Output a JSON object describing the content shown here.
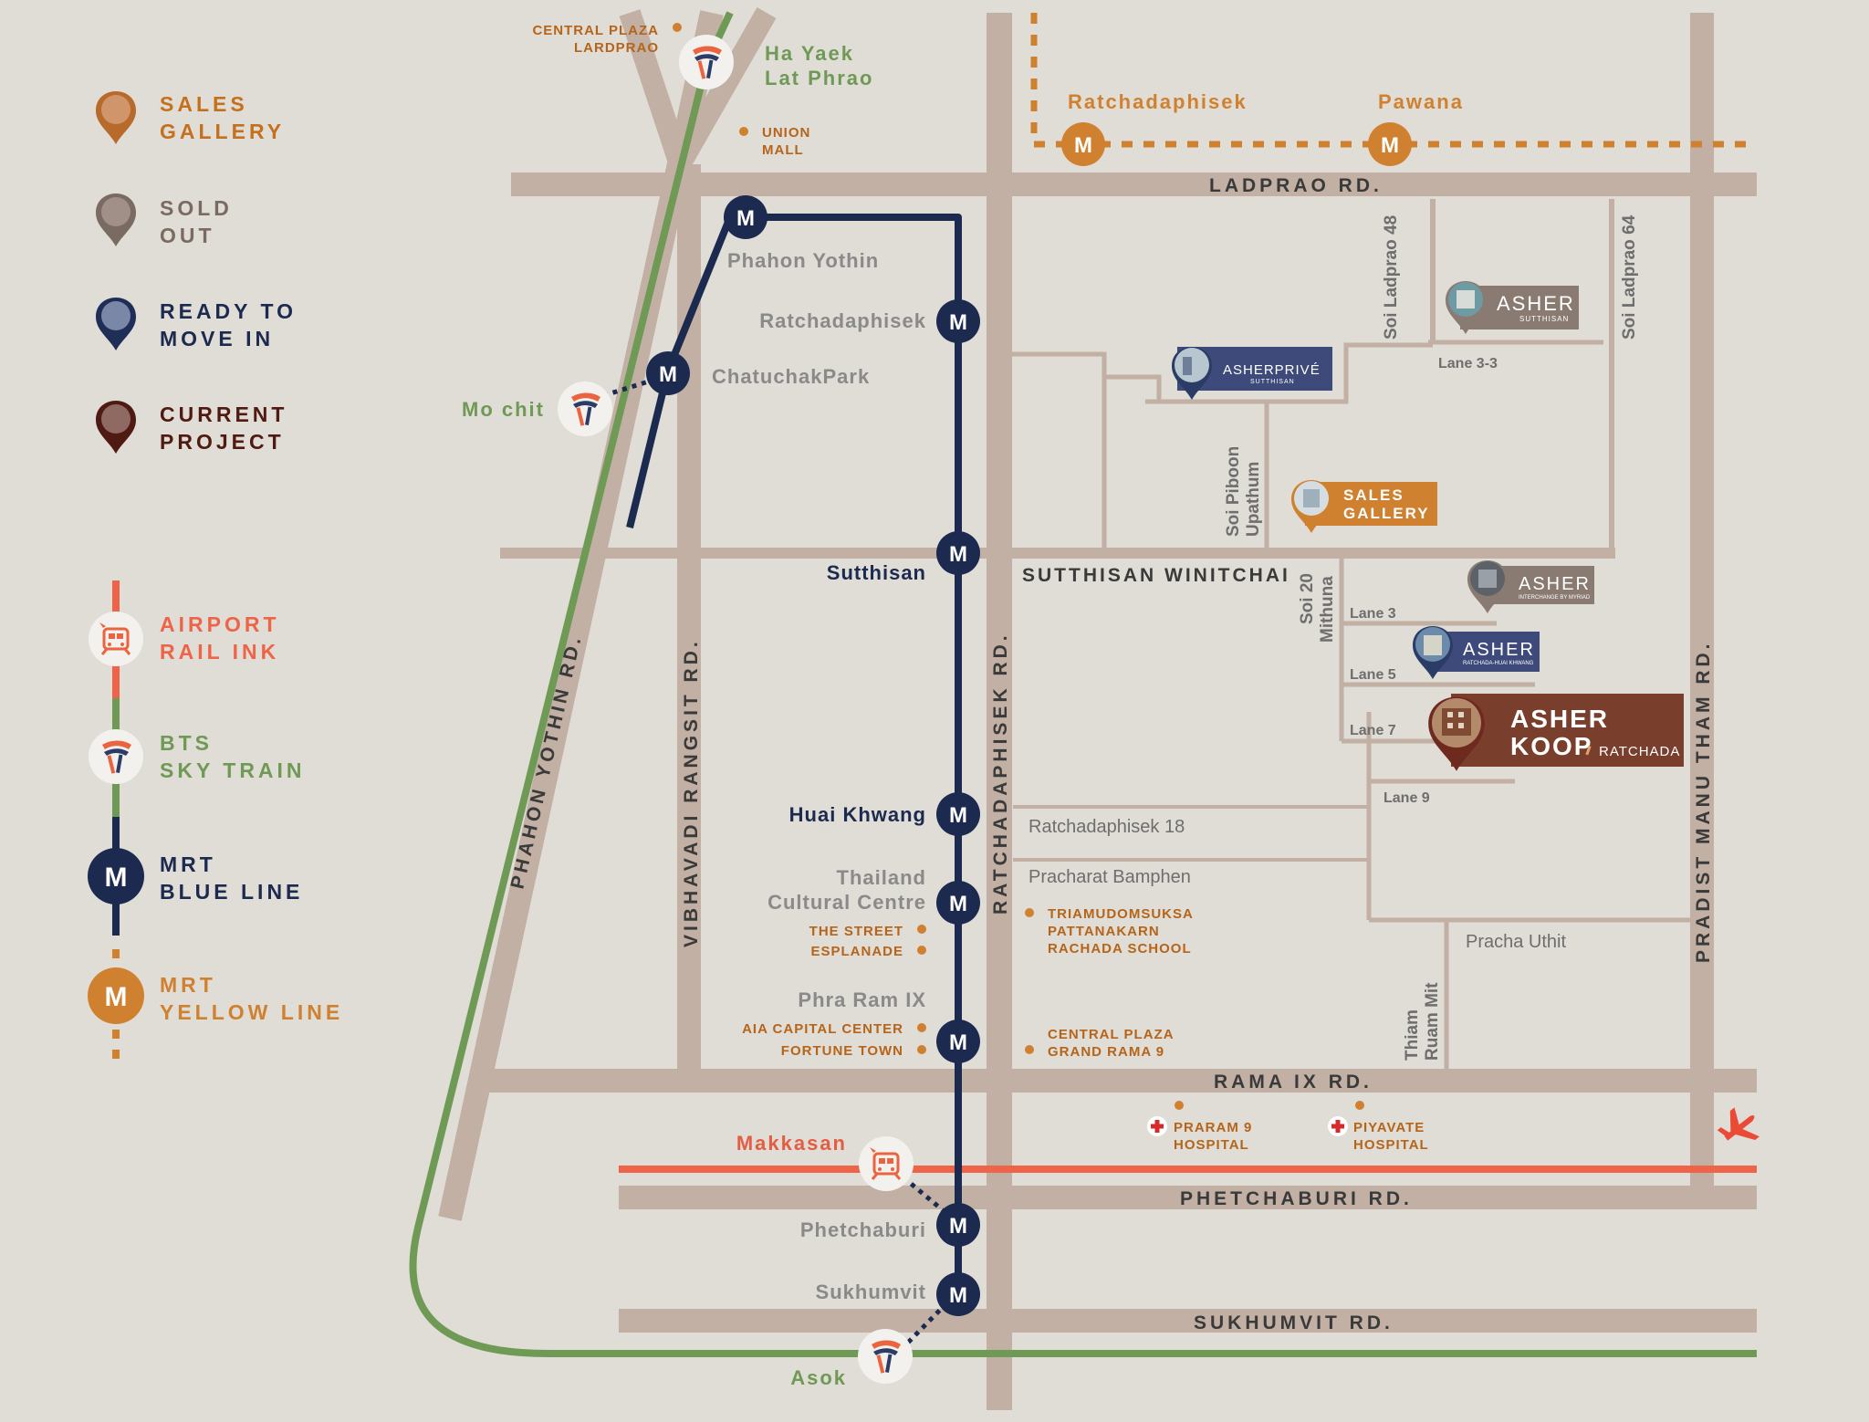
{
  "colors": {
    "background": "#e0dcd6",
    "road": "#c1b0a3",
    "mrt_blue": "#1b2a4e",
    "mrt_yellow": "#d0812f",
    "bts_green": "#6f9a55",
    "airport_rail": "#ed6448",
    "sales_gallery": "#d0812f",
    "sold_out": "#8a7b72",
    "ready_to_move_in": "#2b3c66",
    "current_project": "#6e2a1f",
    "poi_orange": "#c5701d",
    "hospital_red": "#d52b2b",
    "grey_text": "#6e6e6e"
  },
  "legend": {
    "sales_gallery": [
      "SALES",
      "GALLERY"
    ],
    "sold_out": [
      "SOLD",
      "OUT"
    ],
    "ready_to_move_in": [
      "READY TO",
      "MOVE IN"
    ],
    "current_project": [
      "CURRENT",
      "PROJECT"
    ],
    "airport_rail_link": [
      "AIRPORT",
      "RAIL INK"
    ],
    "bts": [
      "BTS",
      "SKY TRAIN"
    ],
    "mrt_blue": [
      "MRT",
      "BLUE LINE"
    ],
    "mrt_yellow": [
      "MRT",
      "YELLOW LINE"
    ],
    "mrt_symbol": "M"
  },
  "roads": {
    "ladprao": "LADPRAO RD.",
    "sutthisan": "SUTTHISAN WINITCHAI",
    "rama9": "RAMA IX RD.",
    "phetchaburi": "PHETCHABURI RD.",
    "sukhumvit": "SUKHUMVIT RD.",
    "phahon_yothin": "PHAHON YOTHIN RD.",
    "vibhavadi": "VIBHAVADI RANGSIT RD.",
    "ratchadaphisek": "RATCHADAPHISEK RD.",
    "pradist": "PRADIST MANU THAM RD.",
    "soi_ladprao_48": "Soi Ladprao 48",
    "soi_ladprao_64": "Soi Ladprao 64",
    "soi_piboon": [
      "Soi Piboon",
      "Upathum"
    ],
    "soi_20_mithuna": [
      "Soi 20",
      "Mithuna"
    ],
    "thiam_ruam_mit": [
      "Thiam",
      "Ruam Mit"
    ],
    "ratchadaphisek_18": "Ratchadaphisek 18",
    "pracharat_bamphen": "Pracharat Bamphen",
    "pracha_uthit": "Pracha Uthit",
    "lane_3_3": "Lane 3-3",
    "lane_3": "Lane 3",
    "lane_5": "Lane 5",
    "lane_7": "Lane 7",
    "lane_9": "Lane 9"
  },
  "stations": {
    "ha_yaek": [
      "Ha Yaek",
      "Lat Phrao"
    ],
    "mo_chit": "Mo chit",
    "asok": "Asok",
    "makkasan": "Makkasan",
    "phahon_yothin": "Phahon Yothin",
    "ratchadaphisek_blue": "Ratchadaphisek",
    "chatuchak": "ChatuchakPark",
    "sutthisan": "Sutthisan",
    "huai_khwang": "Huai Khwang",
    "thailand_cultural": [
      "Thailand",
      "Cultural Centre"
    ],
    "phra_ram_9": "Phra Ram IX",
    "phetchaburi": "Phetchaburi",
    "sukhumvit": "Sukhumvit",
    "ratchadaphisek_yellow": "Ratchadaphisek",
    "pawana": "Pawana"
  },
  "pois": {
    "central_ladprao": [
      "CENTRAL PLAZA",
      "LARDPRAO"
    ],
    "union_mall": [
      "UNION",
      "MALL"
    ],
    "the_street": "THE STREET",
    "esplanade": "ESPLANADE",
    "aia": "AIA CAPITAL CENTER",
    "fortune": "FORTUNE TOWN",
    "triamudom": [
      "TRIAMUDOMSUKSA",
      "PATTANAKARN",
      "RACHADA SCHOOL"
    ],
    "central_rama9": [
      "CENTRAL  PLAZA",
      "GRAND RAMA 9"
    ],
    "praram9_hospital": [
      "PRARAM 9",
      "HOSPITAL"
    ],
    "piyavate_hospital": [
      "PIYAVATE",
      "HOSPITAL"
    ]
  },
  "projects": {
    "asher_sutthisan": {
      "name": "ASHER",
      "sub": "SUTTHISAN"
    },
    "asher_prive": {
      "name": "ASHERPRIVÉ",
      "sub": "SUTTHISAN"
    },
    "sales_gallery": [
      "SALES",
      "GALLERY"
    ],
    "asher_interchange": {
      "name": "ASHER",
      "sub": "INTERCHANGE BY MYRIAD"
    },
    "asher_ratchada": {
      "name": "ASHER",
      "sub": "RATCHADA-HUAI KHWANG"
    },
    "asher_koop": {
      "name": "ASHER",
      "name2": "KOOP",
      "sub": "RATCHADA"
    }
  },
  "icons": [
    "sales-gallery-pin-icon",
    "sold-out-pin-icon",
    "ready-to-move-in-pin-icon",
    "current-project-pin-icon",
    "airport-rail-link-icon",
    "bts-icon",
    "mrt-blue-icon",
    "mrt-yellow-icon",
    "airplane-icon",
    "hospital-cross-icon"
  ]
}
